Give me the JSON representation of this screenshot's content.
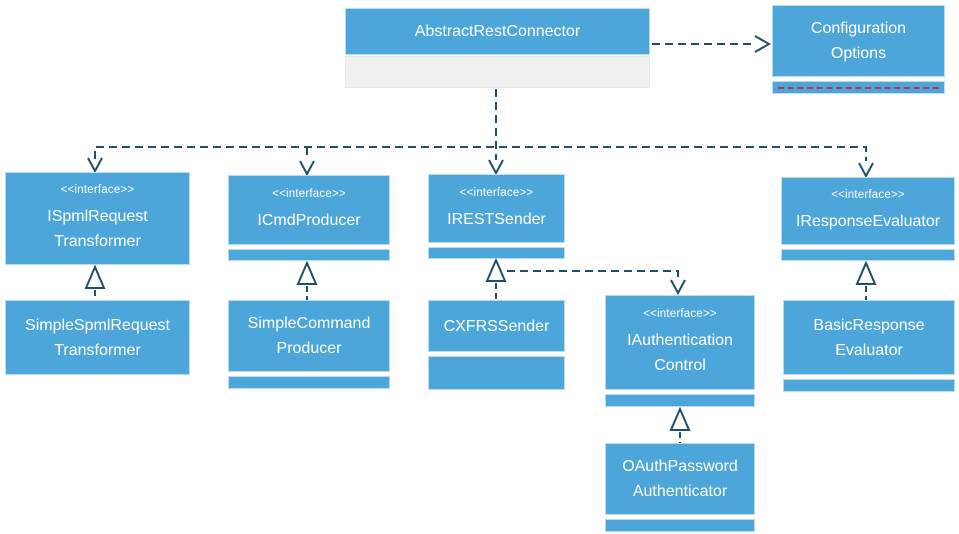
{
  "diagram": {
    "kind": "uml-class-diagram",
    "colors": {
      "node_fill": "#4DA6D9",
      "node_border": "#BCDDF0",
      "attribute_compartment_fill": "#F1F1F1",
      "connector": "#1F4E66",
      "note_dash_red": "#C23349",
      "text": "#FFFFFF",
      "background": "#FFFFFF"
    },
    "nodes": {
      "abstract_rest_connector": {
        "lines": [
          "AbstractRestConnector"
        ]
      },
      "configuration_options": {
        "lines": [
          "Configuration",
          "Options"
        ]
      },
      "ispml_request_transformer": {
        "stereotype": "<<interface>>",
        "lines": [
          "ISpmlRequest",
          "Transformer"
        ]
      },
      "icmd_producer": {
        "stereotype": "<<interface>>",
        "lines": [
          "ICmdProducer"
        ]
      },
      "irest_sender": {
        "stereotype": "<<interface>>",
        "lines": [
          "IRESTSender"
        ]
      },
      "iresponse_evaluator": {
        "stereotype": "<<interface>>",
        "lines": [
          "IResponseEvaluator"
        ]
      },
      "simple_spml_request_transformer": {
        "lines": [
          "SimpleSpmlRequest",
          "Transformer"
        ]
      },
      "simple_command_producer": {
        "lines": [
          "SimpleCommand",
          "Producer"
        ]
      },
      "cxfrs_sender": {
        "lines": [
          "CXFRSSender"
        ]
      },
      "iauthentication_control": {
        "stereotype": "<<interface>>",
        "lines": [
          "IAuthentication",
          "Control"
        ]
      },
      "basic_response_evaluator": {
        "lines": [
          "BasicResponse",
          "Evaluator"
        ]
      },
      "oauth_password_authenticator": {
        "lines": [
          "OAuthPassword",
          "Authenticator"
        ]
      }
    },
    "connectors": [
      {
        "from": "AbstractRestConnector",
        "to": "ConfigurationOptions",
        "type": "dashed-dependency"
      },
      {
        "from": "AbstractRestConnector",
        "to": "ISpmlRequestTransformer",
        "type": "dashed-dependency"
      },
      {
        "from": "AbstractRestConnector",
        "to": "ICmdProducer",
        "type": "dashed-dependency"
      },
      {
        "from": "AbstractRestConnector",
        "to": "IRESTSender",
        "type": "dashed-dependency"
      },
      {
        "from": "AbstractRestConnector",
        "to": "IResponseEvaluator",
        "type": "dashed-dependency"
      },
      {
        "from": "SimpleSpmlRequestTransformer",
        "to": "ISpmlRequestTransformer",
        "type": "realization"
      },
      {
        "from": "SimpleCommandProducer",
        "to": "ICmdProducer",
        "type": "realization"
      },
      {
        "from": "CXFRSSender",
        "to": "IRESTSender",
        "type": "realization"
      },
      {
        "from": "BasicResponseEvaluator",
        "to": "IResponseEvaluator",
        "type": "realization"
      },
      {
        "from": "IRESTSender",
        "to": "IAuthenticationControl",
        "type": "dashed-dependency"
      },
      {
        "from": "OAuthPasswordAuthenticator",
        "to": "IAuthenticationControl",
        "type": "realization"
      }
    ]
  }
}
